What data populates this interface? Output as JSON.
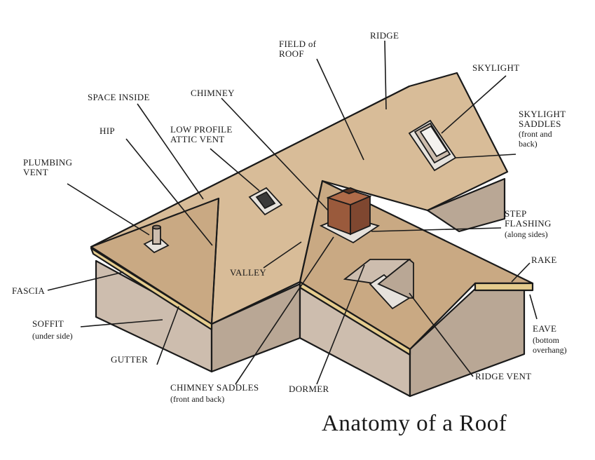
{
  "title": "Anatomy of a Roof",
  "labels": {
    "field_of_roof": "FIELD of\nROOF",
    "ridge": "RIDGE",
    "skylight": "SKYLIGHT",
    "skylight_saddles": "SKYLIGHT\nSADDLES",
    "skylight_saddles_sub": "(front and\nback)",
    "space_inside": "SPACE INSIDE",
    "chimney": "CHIMNEY",
    "hip": "HIP",
    "low_profile_attic_vent": "LOW PROFILE\nATTIC VENT",
    "plumbing_vent": "PLUMBING\nVENT",
    "step_flashing": "STEP\nFLASHING",
    "step_flashing_sub": "(along sides)",
    "rake": "RAKE",
    "valley": "VALLEY",
    "fascia": "FASCIA",
    "soffit": "SOFFIT",
    "soffit_sub": "(under side)",
    "eave": "EAVE",
    "eave_sub": "(bottom\noverhang)",
    "gutter": "GUTTER",
    "ridge_vent": "RIDGE VENT",
    "chimney_saddles": "CHIMNEY SADDLES",
    "chimney_saddles_sub": "(front and back)",
    "dormer": "DORMER"
  },
  "colors": {
    "roof": "#c9a983",
    "roof_light": "#d8bc98",
    "wall": "#cdbdae",
    "wall_shadow": "#b9a795",
    "fascia": "#e5cc8e",
    "outline": "#1a1a1a",
    "chimney": "#9a5a3c",
    "flashing": "#e6e2dc"
  }
}
